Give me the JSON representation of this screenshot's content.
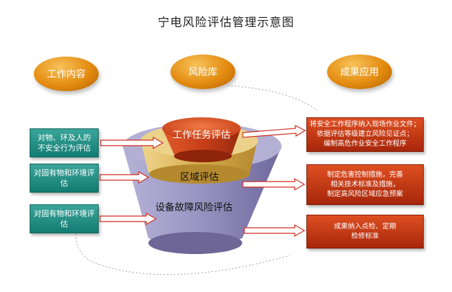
{
  "title": "宁电风险评估管理示意图",
  "headers": [
    "工作内容",
    "风险库",
    "成果应用"
  ],
  "left_items": [
    [
      "对物、环及人的",
      "不安全行为评估"
    ],
    [
      "对固有物和环境评估"
    ],
    [
      "对固有物和环境评估"
    ]
  ],
  "layers": [
    "工作任务评估",
    "区域评估",
    "设备故障风险评估"
  ],
  "right_items": [
    [
      "将安全工作程序纳入现场作业文件；",
      "依据评估等级建立风险见证点；",
      "编制高危作业安全工作程序"
    ],
    [
      "制定危害控制措施，完善",
      "相关技术标准及措施，",
      "制定高风险区域应急预案"
    ],
    [
      "成果纳入点检、定期",
      "检修标准"
    ]
  ],
  "colors": {
    "header_oval": "#e48c10",
    "left_box": "#137d74",
    "right_box": "#b3300c",
    "top_layer": "#c8401a",
    "middle_layer": "#d9b45a",
    "bottom_layer": "#8e88b8"
  }
}
